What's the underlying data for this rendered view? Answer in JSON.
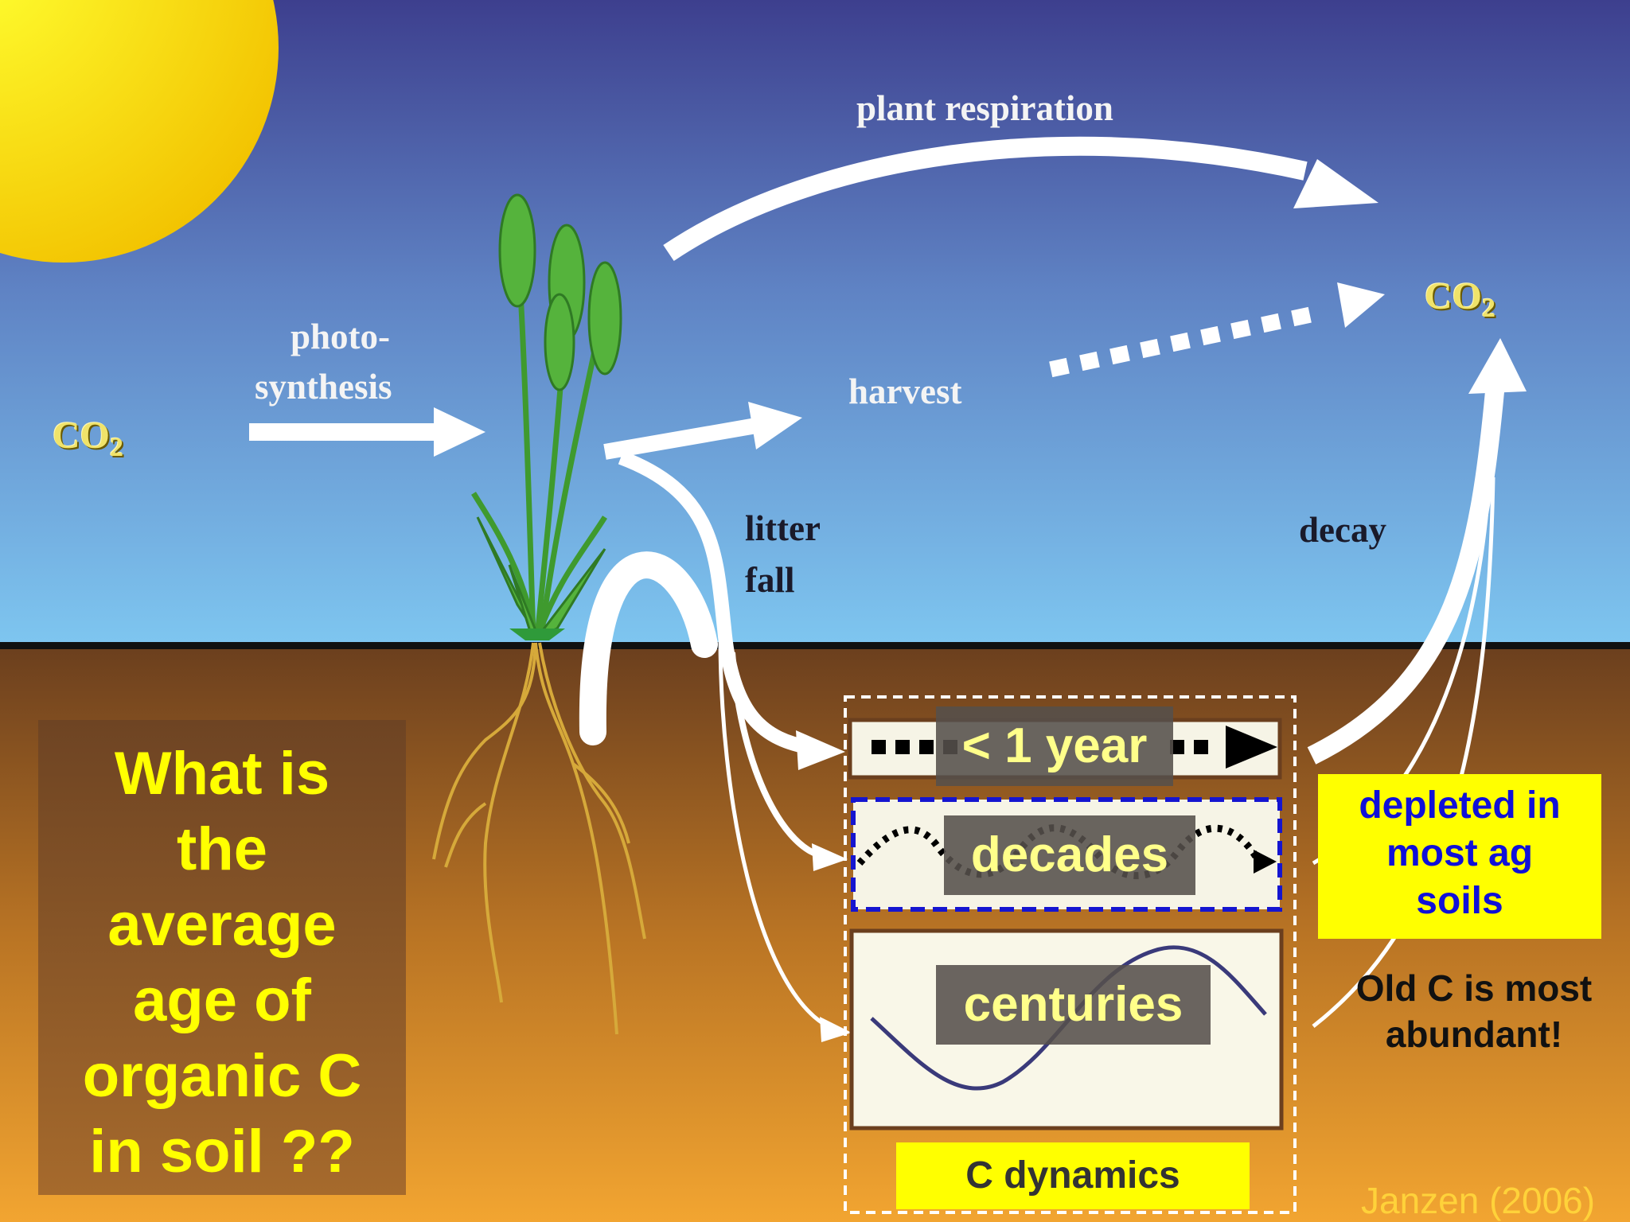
{
  "labels": {
    "photosynthesis_line1": "photo-",
    "photosynthesis_line2": "synthesis",
    "plant_respiration": "plant respiration",
    "harvest": "harvest",
    "litter_line1": "litter",
    "litter_line2": "fall",
    "decay": "decay",
    "co2_left": "CO",
    "co2_left_sub": "2",
    "co2_right": "CO",
    "co2_right_sub": "2"
  },
  "question": {
    "lines": [
      "What is",
      "the",
      "average",
      "age of",
      "organic C",
      "in soil ??"
    ]
  },
  "pools": {
    "fast": "< 1 year",
    "medium": "decades",
    "slow": "centuries",
    "caption": "C dynamics"
  },
  "notes": {
    "depleted_lines": [
      "depleted in",
      "most ag",
      "soils"
    ],
    "old_c_lines": [
      "Old C is most",
      "abundant!"
    ]
  },
  "citation": "Janzen (2006)",
  "colors": {
    "sky_top": "#3d3f8e",
    "sky_bottom": "#7ec6f0",
    "soil_top": "#6b3f1e",
    "soil_bottom": "#f2a531",
    "sun": "#ffe400",
    "question_text": "#ffff00",
    "highlight_box": "#ffff00",
    "depleted_text": "#1010d8"
  }
}
